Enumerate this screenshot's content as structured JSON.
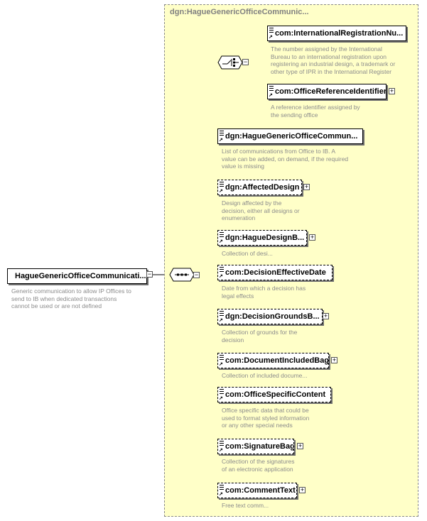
{
  "root": {
    "label": "HagueGenericOfficeCommunicati...",
    "description": [
      "Generic communication to allow IP Offices to",
      "send to IB when dedicated transactions",
      "cannot be used or are not defined"
    ]
  },
  "complex_type": {
    "title": "dgn:HagueGenericOfficeCommunic..."
  },
  "choice": {
    "items": [
      {
        "label": "com:InternationalRegistrationNu...",
        "description": [
          "The number assigned by the International",
          "Bureau to an international registration upon",
          "registering an industrial design, a trademark or",
          "other type of IPR in the International Register"
        ]
      },
      {
        "label": "com:OfficeReferenceIdentifier",
        "description": [
          "A reference identifier assigned by",
          "the sending office"
        ]
      }
    ]
  },
  "sequence": {
    "items": [
      {
        "label": "dgn:HagueGenericOfficeCommun...",
        "description": [
          "List of communications from Office to IB. A",
          "value can be added, on demand, if the required",
          "value is missing"
        ]
      },
      {
        "label": "dgn:AffectedDesign",
        "description": [
          "Design affected by the",
          "decision, either all designs or",
          "enumeration"
        ]
      },
      {
        "label": "dgn:HagueDesignB...",
        "description": [
          "Collection of desi..."
        ]
      },
      {
        "label": "com:DecisionEffectiveDate",
        "description": [
          "Date from which a decision has",
          "legal effects"
        ]
      },
      {
        "label": "dgn:DecisionGroundsB...",
        "description": [
          "Collection of grounds for the",
          "decision"
        ]
      },
      {
        "label": "com:DocumentIncludedBag",
        "description": [
          "Collection of included docume..."
        ]
      },
      {
        "label": "com:OfficeSpecificContent",
        "description": [
          "Office specific data that could be",
          "used to format styled information",
          "or any other special needs"
        ]
      },
      {
        "label": "com:SignatureBag",
        "description": [
          "Collection of the signatures",
          "of an electronic application"
        ]
      },
      {
        "label": "com:CommentText",
        "description": [
          "Free text comm..."
        ]
      }
    ]
  },
  "colors": {
    "type_background": "#ffffc8",
    "description_text": "#8c8c8c",
    "border": "#000000"
  },
  "icons": {
    "expand": "plus-icon",
    "collapse": "minus-icon",
    "sequence": "sequence-icon",
    "choice": "choice-icon"
  },
  "symbols": {
    "plus": "+",
    "minus": "−"
  }
}
